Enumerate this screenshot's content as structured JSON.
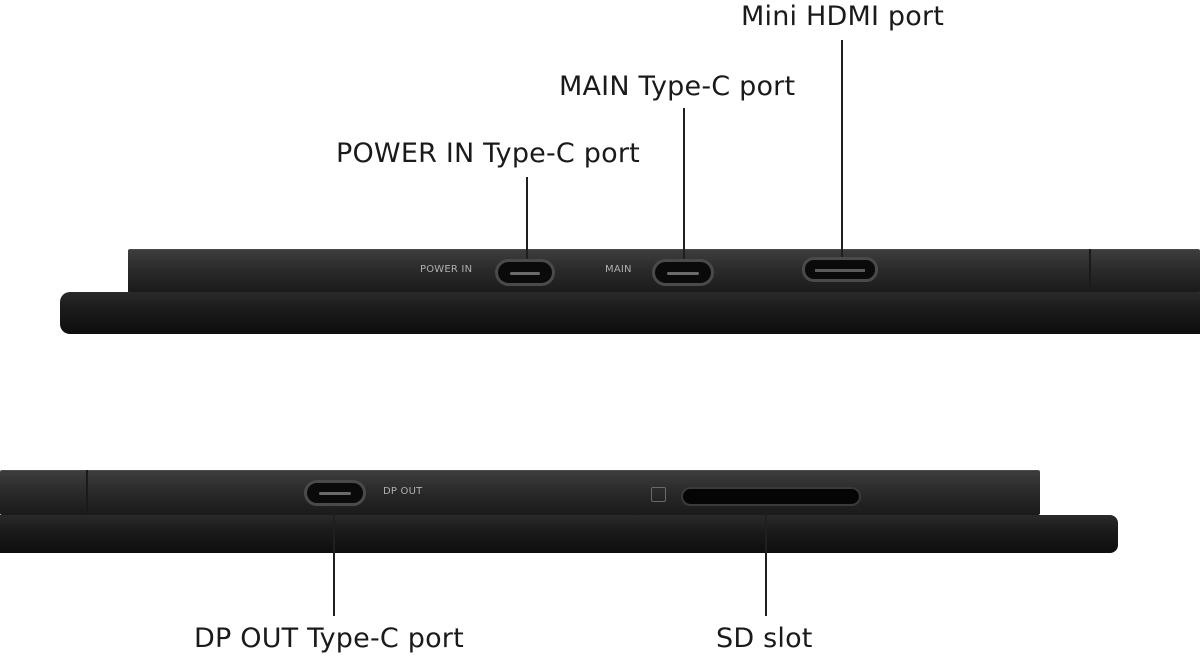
{
  "callouts": {
    "mini_hdmi": "Mini HDMI port",
    "main_type_c": "MAIN Type-C port",
    "power_in_type_c": "POWER IN Type-C port",
    "dp_out_type_c": "DP OUT Type-C port",
    "sd_slot": "SD slot"
  },
  "device_markings": {
    "power_in": "POWER IN",
    "main": "MAIN",
    "dp_out": "DP OUT"
  },
  "colors": {
    "device_body": "#2b2b2b",
    "leader_line": "#1f1f1f",
    "label_text": "#1a1a1a"
  }
}
